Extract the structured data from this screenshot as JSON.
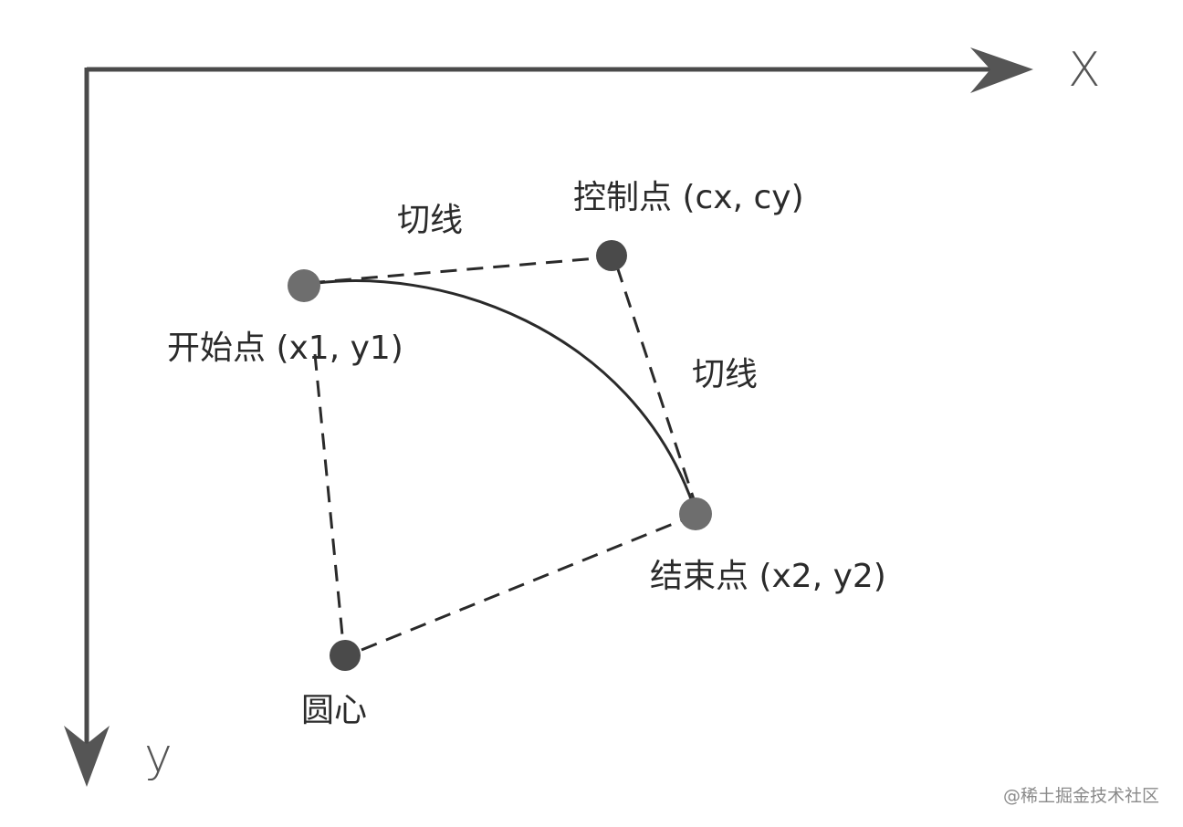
{
  "axes": {
    "x_label": "X",
    "y_label": "y"
  },
  "points": {
    "start": "开始点 (x1, y1)",
    "control": "控制点 (cx, cy)",
    "end": "结束点 (x2, y2)",
    "center": "圆心"
  },
  "tangent_labels": {
    "top": "切线",
    "right": "切线"
  },
  "watermark": "@稀土掘金技术社区",
  "colors": {
    "axis": "#4a4a4a",
    "point_light": "#6e6e6e",
    "point_dark": "#4a4a4a",
    "line": "#2a2a2a",
    "text": "#2b2b2b"
  }
}
